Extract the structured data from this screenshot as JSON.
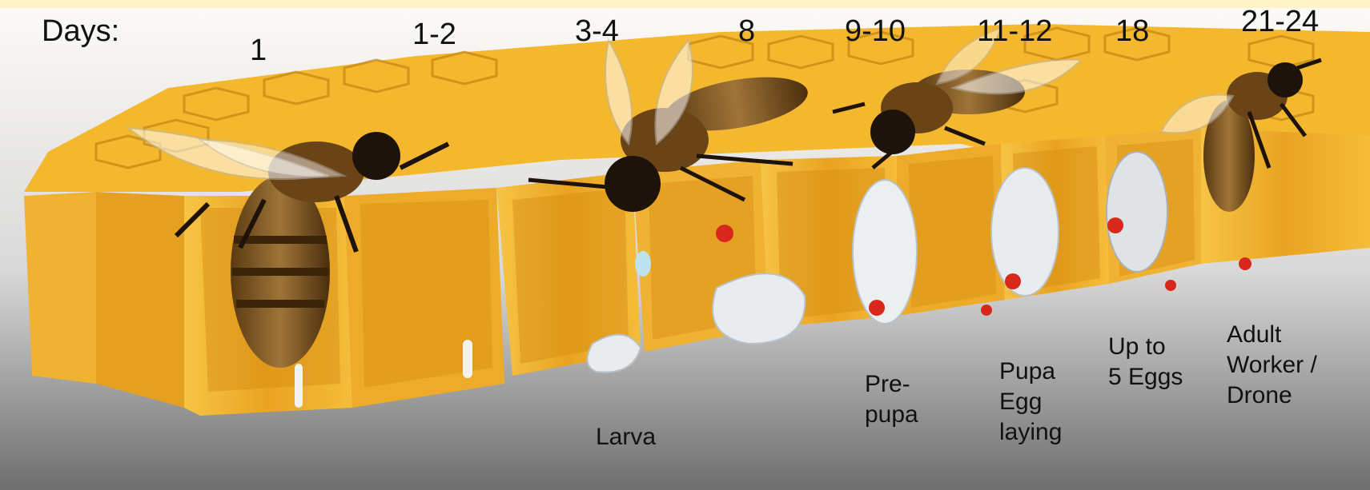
{
  "days_prefix": "Days:",
  "day_labels": [
    "1",
    "1-2",
    "3-4",
    "8",
    "9-10",
    "11-12",
    "18",
    "21-24"
  ],
  "stage_labels": {
    "larva": "Larva",
    "prepupa": "Pre-\npupa",
    "pupa": "Pupa\nEgg\nlaying",
    "eggs": "Up to\n5 Eggs",
    "adult": "Adult\nWorker /\nDrone"
  },
  "colors": {
    "background_top": "#fff4c8",
    "background_bottom": "#6e6e6e",
    "comb": "#f4b82e",
    "comb_dark": "#d98f12",
    "larva": "#e8ecef",
    "egg_dot": "#d8281c"
  }
}
